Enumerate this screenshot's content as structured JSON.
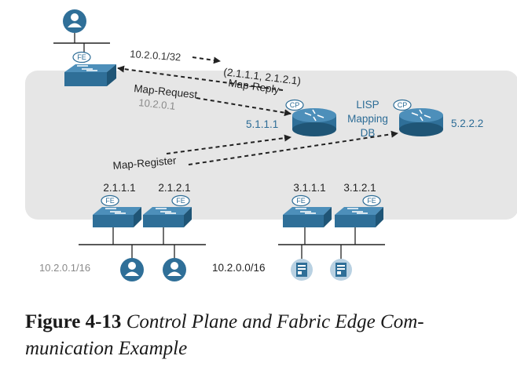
{
  "colors": {
    "fabric_bg": "#e6e6e6",
    "device_blue": "#2f6f98",
    "device_light": "#4d8fba",
    "label_blue": "#2c6c96",
    "line": "#222222",
    "gray_text": "#8a8a8a",
    "white": "#ffffff"
  },
  "top_site": {
    "fe_badge": "FE",
    "prefix": "10.2.0.1/32",
    "rloc_pair": "(2.1.1.1, 2.1.2.1)",
    "map_reply": "Map-Reply"
  },
  "map_request": {
    "label": "Map-Request",
    "eid": "10.2.0.1"
  },
  "map_register": {
    "label": "Map-Register"
  },
  "control_plane_1": {
    "badge": "CP",
    "address": "5.1.1.1"
  },
  "control_plane_2": {
    "badge": "CP",
    "address": "5.2.2.2"
  },
  "mapping_db": {
    "line1": "LISP",
    "line2": "Mapping",
    "line3": "DB"
  },
  "edge_left": {
    "switch_a": {
      "address": "2.1.1.1",
      "badge": "FE"
    },
    "switch_b": {
      "address": "2.1.2.1",
      "badge": "FE"
    },
    "subnet": "10.2.0.1/16"
  },
  "edge_right": {
    "switch_a": {
      "address": "3.1.1.1",
      "badge": "FE"
    },
    "switch_b": {
      "address": "3.1.2.1",
      "badge": "FE"
    },
    "subnet": "10.2.0.0/16"
  },
  "caption": {
    "label": "Figure 4-13",
    "title": "Control Plane and Fabric Edge Communication Example",
    "title_line1": "Control Plane and Fabric Edge Com-",
    "title_line2": "munication Example"
  }
}
